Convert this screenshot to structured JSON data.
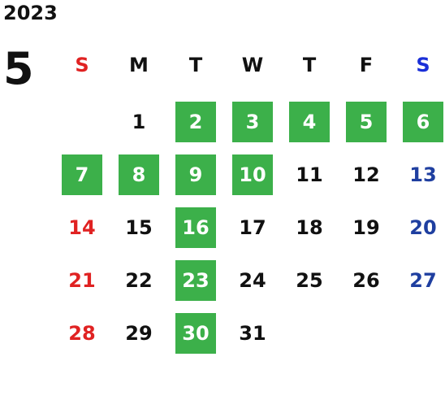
{
  "calendar": {
    "year": "2023",
    "month": "5",
    "weekdays": [
      "S",
      "M",
      "T",
      "W",
      "T",
      "F",
      "S"
    ],
    "colors": {
      "highlight": "#3cb04a",
      "sunday": "#e02222",
      "saturday": "#1f3fa0",
      "saturday_header": "#1a2fd8",
      "weekday": "#111111",
      "highlight_text": "#ffffff"
    },
    "first_weekday_index": 1,
    "days_in_month": 31,
    "highlighted_days": [
      2,
      3,
      4,
      5,
      6,
      7,
      8,
      9,
      10,
      16,
      23,
      30
    ]
  }
}
